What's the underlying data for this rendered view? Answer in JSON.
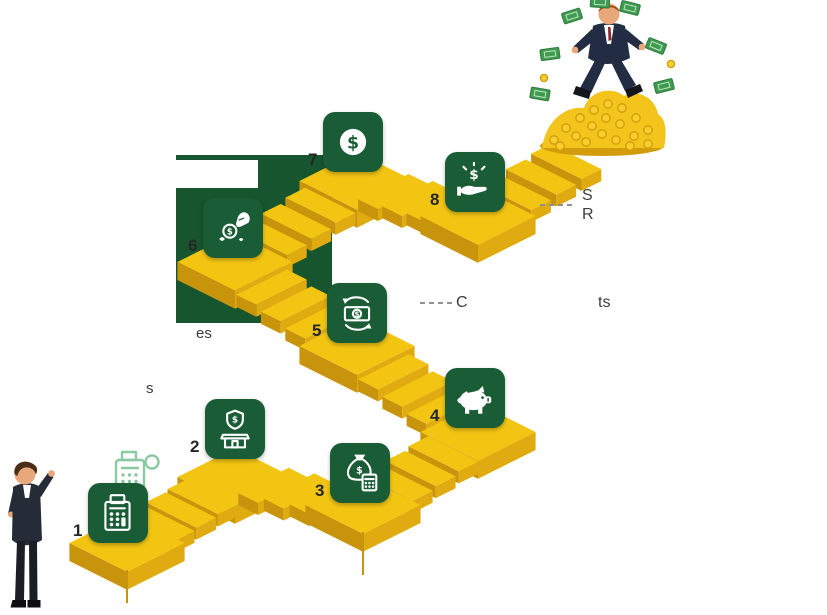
{
  "figure": {
    "type": "infographic",
    "theme": "eight-step-financial-growth-staircase"
  },
  "glyphs": {
    "dollar": "$"
  },
  "steps": [
    {
      "num": "1",
      "icon": "printing-calculator-icon"
    },
    {
      "num": "2",
      "icon": "insurance-storefront-icon"
    },
    {
      "num": "3",
      "icon": "money-bag-calculator-icon"
    },
    {
      "num": "4",
      "icon": "piggy-bank-icon"
    },
    {
      "num": "5",
      "icon": "cash-refund-icon"
    },
    {
      "num": "6",
      "icon": "hand-coin-icon"
    },
    {
      "num": "7",
      "icon": "dollar-coin-icon"
    },
    {
      "num": "8",
      "icon": "hand-dollar-icon"
    }
  ],
  "callouts": {
    "step5": {
      "prefix": "C",
      "suffix": "ts"
    },
    "step8": {
      "line1": "S",
      "line2": "R"
    }
  },
  "fragments": {
    "a": "es",
    "b": "s"
  },
  "colors": {
    "badge_green": "#1A5C36",
    "panel_green": "#17552F",
    "stair_top": "#F3C513",
    "stair_left": "#C8940B",
    "stair_right": "#E0AB10",
    "bill_green": "#3E9B4F",
    "coin_fill": "#F7CE2B",
    "coin_stroke": "#D29C0C",
    "pile_gold": "#F2C41C",
    "suit_navy": "#222D44",
    "suit_dark": "#262B38",
    "skin": "#E8A87C",
    "label_text": "#3C3C3C",
    "number_text": "#262626",
    "dash_gray": "#8F8F8F",
    "icon_white": "#FFFFFF",
    "ghost_green": "#85C79F"
  }
}
